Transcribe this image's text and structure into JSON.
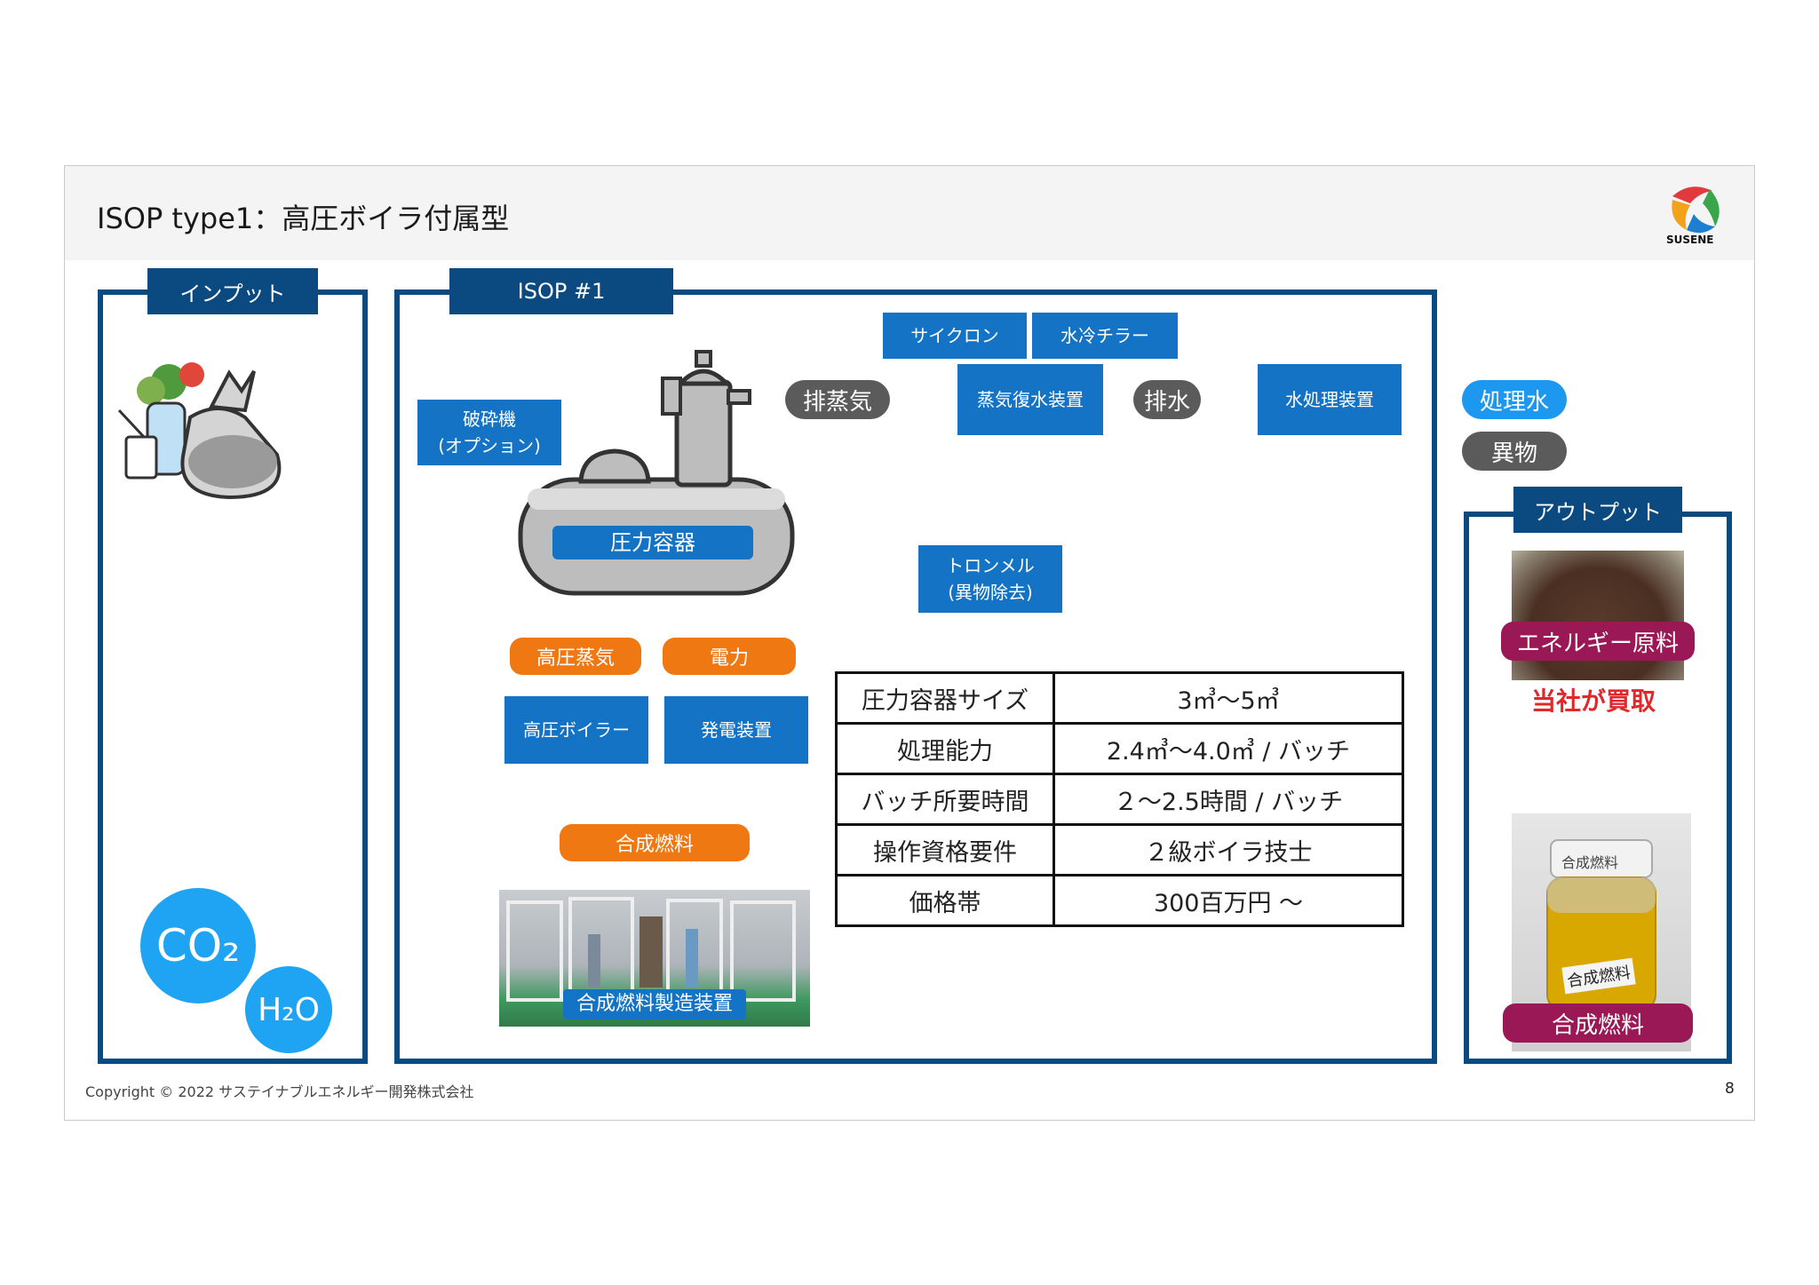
{
  "title": "ISOP type1：高圧ボイラ付属型",
  "logo_text": "SUSENE",
  "sections": {
    "input": "インプット",
    "isop": "ISOP #1",
    "output": "アウトプット"
  },
  "boxes": {
    "crusher_line1": "破砕機",
    "crusher_line2": "(オプション)",
    "cyclone": "サイクロン",
    "water_chiller": "水冷チラー",
    "steam_condenser": "蒸気復水装置",
    "water_treatment": "水処理装置",
    "pressure_vessel": "圧力容器",
    "trommel_line1": "トロンメル",
    "trommel_line2": "(異物除去)",
    "hp_boiler": "高圧ボイラー",
    "generator": "発電装置",
    "synfuel_plant": "合成燃料製造装置"
  },
  "labels": {
    "exhaust_steam": "排蒸気",
    "drainage": "排水",
    "treated_water": "処理水",
    "foreign_matter": "異物",
    "hp_steam": "高圧蒸気",
    "electric_power": "電力",
    "synthetic_fuel": "合成燃料",
    "energy_feedstock": "エネルギー原料",
    "synthetic_fuel_output": "合成燃料",
    "company_buys": "当社が買取",
    "jar_label_1": "合成燃料",
    "jar_label_2": "合成燃料"
  },
  "inputs": {
    "co2": "CO₂",
    "h2o": "H₂O"
  },
  "spec_table": [
    {
      "key": "圧力容器サイズ",
      "value": "3㎥〜5㎥"
    },
    {
      "key": "処理能力",
      "value": "2.4㎥〜4.0㎥ / バッチ"
    },
    {
      "key": "バッチ所要時間",
      "value": "２〜2.5時間 / バッチ"
    },
    {
      "key": "操作資格要件",
      "value": "２級ボイラ技士"
    },
    {
      "key": "価格帯",
      "value": "300百万円 〜"
    }
  ],
  "footer": {
    "copyright": "Copyright © 2022 サステイナブルエネルギー開発株式会社",
    "page": "8"
  },
  "colors": {
    "navy": "#0b4a80",
    "blue": "#1473c4",
    "sky": "#1c98f0",
    "orange": "#f07812",
    "maroon": "#9b1856",
    "gray": "#5b5b5b",
    "tan": "#9b8a78",
    "red": "#e0282b"
  }
}
